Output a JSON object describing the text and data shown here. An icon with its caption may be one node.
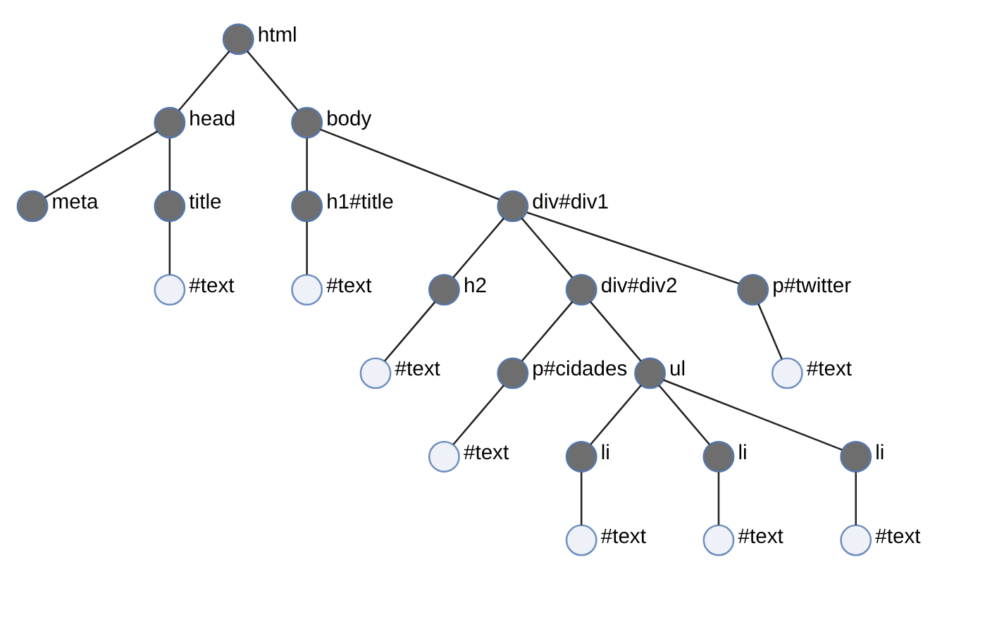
{
  "diagram": {
    "nodes": [
      {
        "text": [],
        "shape": "circle",
        "beside": [
          "html"
        ]
      },
      {
        "text": [],
        "shape": "circle",
        "beside": [
          "head"
        ]
      },
      {
        "text": [],
        "shape": "circle",
        "beside": [
          "body"
        ]
      },
      {
        "text": [],
        "shape": "circle",
        "beside": [
          "meta"
        ]
      },
      {
        "text": [],
        "shape": "circle",
        "beside": [
          "title"
        ]
      },
      {
        "text": [],
        "shape": "circle",
        "beside": [
          "h1#title"
        ]
      },
      {
        "text": [],
        "shape": "circle",
        "beside": [
          "div#div1"
        ]
      },
      {
        "text": [],
        "shape": "circle",
        "beside": [
          "#text"
        ]
      },
      {
        "text": [],
        "shape": "circle",
        "beside": [
          "#text"
        ]
      },
      {
        "text": [],
        "shape": "circle",
        "beside": [
          "h2"
        ]
      },
      {
        "text": [],
        "shape": "circle",
        "beside": [
          "div#div2"
        ]
      },
      {
        "text": [],
        "shape": "circle",
        "beside": [
          "p#twitter"
        ]
      },
      {
        "text": [],
        "shape": "circle",
        "beside": [
          "#text"
        ]
      },
      {
        "text": [],
        "shape": "circle",
        "beside": [
          "p#cidades"
        ]
      },
      {
        "text": [],
        "shape": "circle",
        "beside": [
          "ul"
        ]
      },
      {
        "text": [],
        "shape": "circle",
        "beside": [
          "#text"
        ]
      },
      {
        "text": [],
        "shape": "circle",
        "beside": [
          "#text"
        ]
      },
      {
        "text": [],
        "shape": "circle",
        "beside": [
          "li"
        ]
      },
      {
        "text": [],
        "shape": "circle",
        "beside": [
          "li"
        ]
      },
      {
        "text": [],
        "shape": "circle",
        "beside": [
          "li"
        ]
      },
      {
        "text": [],
        "shape": "circle",
        "beside": [
          "#text"
        ]
      },
      {
        "text": [],
        "shape": "circle",
        "beside": [
          "#text"
        ]
      },
      {
        "text": [],
        "shape": "circle",
        "beside": [
          "#text"
        ]
      }
    ],
    "edges": [
      {
        "from": 0,
        "to": 1,
        "arrow": "none"
      },
      {
        "from": 0,
        "to": 2,
        "arrow": "none"
      },
      {
        "from": 1,
        "to": 3,
        "arrow": "none"
      },
      {
        "from": 1,
        "to": 4,
        "arrow": "none"
      },
      {
        "from": 4,
        "to": 7,
        "arrow": "none"
      },
      {
        "from": 2,
        "to": 5,
        "arrow": "none"
      },
      {
        "from": 2,
        "to": 6,
        "arrow": "none"
      },
      {
        "from": 5,
        "to": 8,
        "arrow": "none"
      },
      {
        "from": 6,
        "to": 9,
        "arrow": "none"
      },
      {
        "from": 6,
        "to": 10,
        "arrow": "none"
      },
      {
        "from": 6,
        "to": 11,
        "arrow": "none"
      },
      {
        "from": 9,
        "to": 12,
        "arrow": "none"
      },
      {
        "from": 10,
        "to": 13,
        "arrow": "none"
      },
      {
        "from": 10,
        "to": 14,
        "arrow": "none"
      },
      {
        "from": 11,
        "to": 15,
        "arrow": "none"
      },
      {
        "from": 13,
        "to": 16,
        "arrow": "none"
      },
      {
        "from": 14,
        "to": 17,
        "arrow": "none"
      },
      {
        "from": 14,
        "to": 18,
        "arrow": "none"
      },
      {
        "from": 14,
        "to": 19,
        "arrow": "none"
      },
      {
        "from": 17,
        "to": 20,
        "arrow": "none"
      },
      {
        "from": 18,
        "to": 21,
        "arrow": "none"
      },
      {
        "from": 19,
        "to": 22,
        "arrow": "none"
      }
    ]
  }
}
